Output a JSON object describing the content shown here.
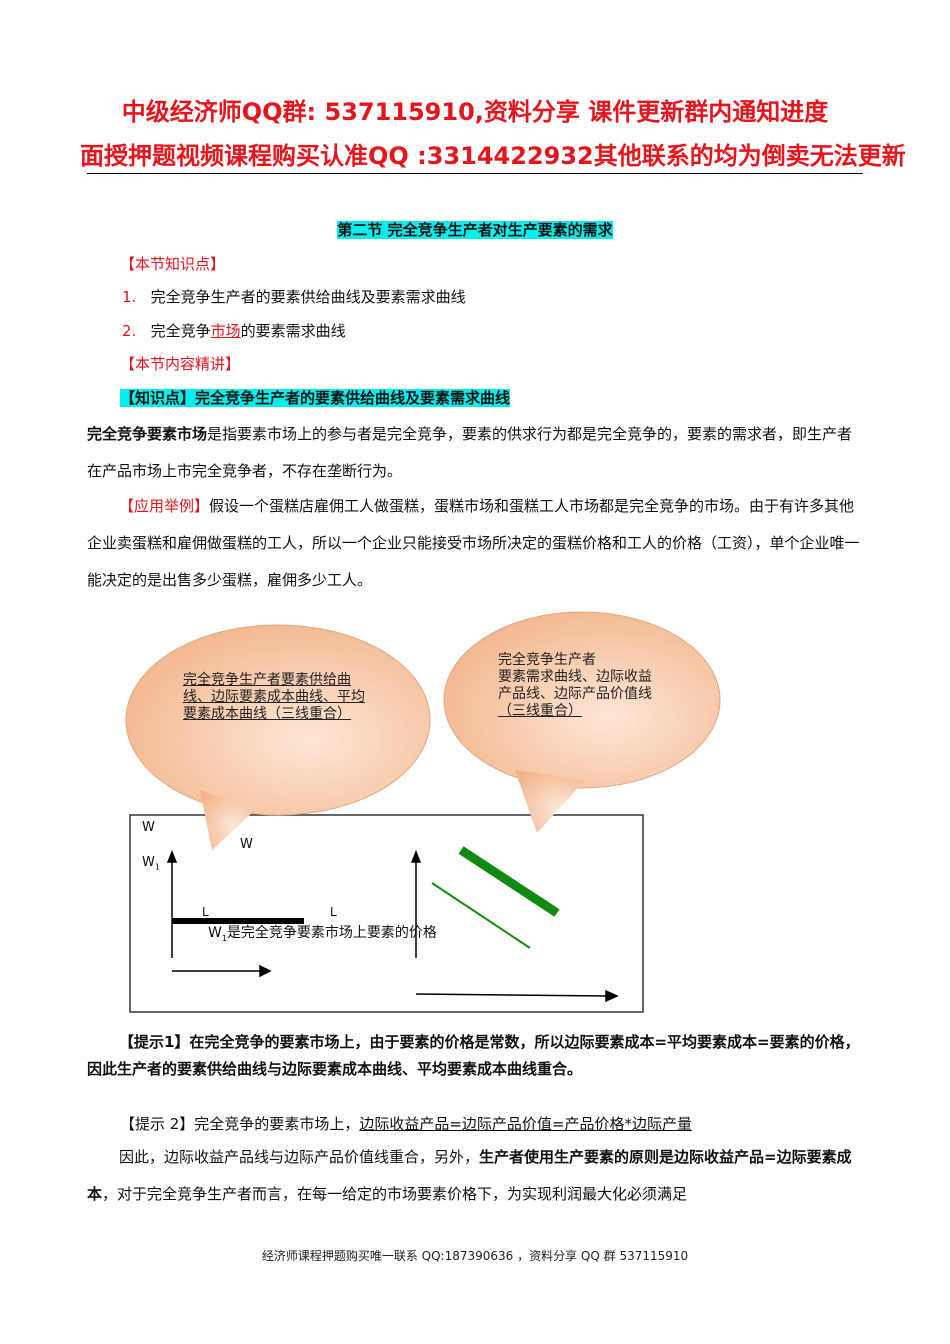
{
  "header": {
    "line1": "中级经济师QQ群: 537115910,资料分享  课件更新群内通知进度",
    "line2": "面授押题视频课程购买认准QQ :3314422932其他联系的均为倒卖无法更新"
  },
  "section_title": "第二节  完全竞争生产者对生产要素的需求",
  "knowledge_label": "【本节知识点】",
  "knowledge_items": [
    {
      "num": "1.",
      "text": "完全竞争生产者的要素供给曲线及要素需求曲线"
    },
    {
      "num": "2.",
      "pre": "完全竞争",
      "link": "市场",
      "post": "的要素需求曲线"
    }
  ],
  "content_label": "【本节内容精讲】",
  "point_heading": "【知识点】完全竞争生产者的要素供给曲线及要素需求曲线",
  "para1": {
    "bold": "完全竞争要素市场",
    "rest": "是指要素市场上的参与者是完全竞争，要素的供求行为都是完全竞争的，要素的需求者，即生产者在产品市场上市完全竞争者，不存在垄断行为。"
  },
  "para2": {
    "label": "【应用举例】",
    "rest": "假设一个蛋糕店雇佣工人做蛋糕，蛋糕市场和蛋糕工人市场都是完全竞争的市场。由于有许多其他企业卖蛋糕和雇佣做蛋糕的工人，所以一个企业只能接受市场所决定的蛋糕价格和工人的价格（工资），单个企业唯一能决定的是出售多少蛋糕，雇佣多少工人。"
  },
  "diagram": {
    "bubble_left": "完全竞争生产者要素供给曲线、边际要素成本曲线、平均要素成本曲线（三线重合）",
    "bubble_right_line1": "完全竞争生产者",
    "bubble_right_rest": "要素需求曲线、边际收益产品线、边际产品价值线",
    "bubble_right_u": "（三线重合）",
    "label_w_outer": "W",
    "label_w_inner": "W",
    "label_w1": "W",
    "label_w1_sub": "1",
    "label_l1": "L",
    "label_l2": "L",
    "caption_w": "W",
    "caption_sub": "1",
    "caption": "是完全竞争要素市场上要素的价格",
    "colors": {
      "supply_line": "#000000",
      "demand_lines": "#128a12",
      "bubble": "#f6c8a6"
    }
  },
  "tip1": {
    "text": "【提示1】在完全竞争的要素市场上，由于要素的价格是常数，所以边际要素成本=平均要素成本=要素的价格，因此生产者的要素供给曲线与边际要素成本曲线、平均要素成本曲线重合。"
  },
  "tip2": {
    "label": "【提示 2】完全竞争的要素市场上，",
    "underlined": "边际收益产品=边际产品价值=产品价格*边际产量"
  },
  "para3": {
    "pre": "因此，边际收益产品线与边际产品价值线重合，另外，",
    "bold": "生产者使用生产要素的原则是边际收益产品=边际要素成本",
    "post": "，对于完全竞争生产者而言，在每一给定的市场要素价格下，为实现利润最大化必须满足"
  },
  "footer": "经济师课程押题购买唯一联系 QQ:187390636 ，资料分享 QQ 群 537115910"
}
